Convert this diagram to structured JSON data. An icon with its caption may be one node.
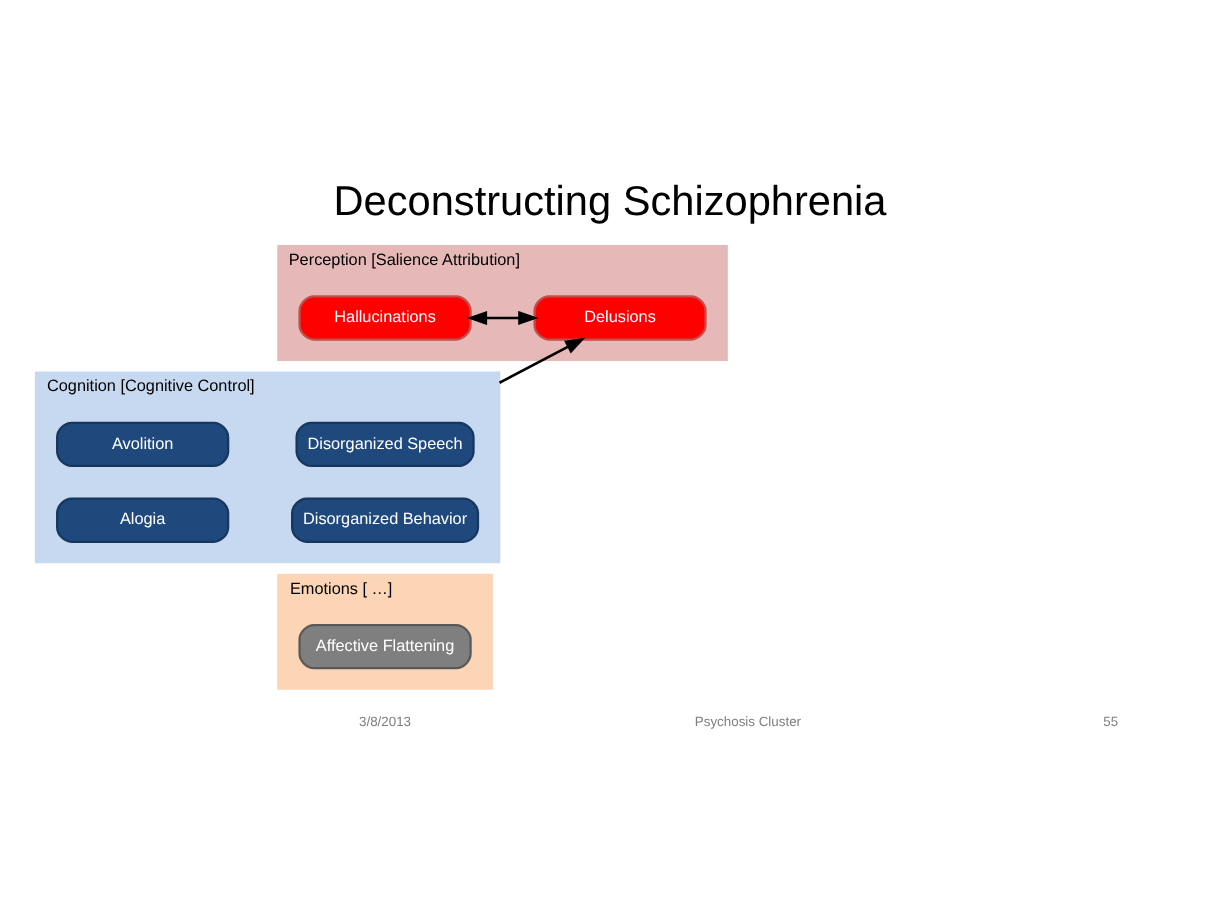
{
  "diagram": {
    "title": "Deconstructing Schizophrenia",
    "nodes": [
      {
        "text": [
          "Perception [Salience Attribution]"
        ]
      },
      {
        "text": [
          "Hallucinations"
        ],
        "in": 0
      },
      {
        "text": [
          "Delusions"
        ],
        "in": 0
      },
      {
        "text": [
          "Cognition [Cognitive Control]"
        ]
      },
      {
        "text": [
          "Disorganized Speech"
        ],
        "in": 3
      },
      {
        "text": [
          "Disorganized Behavior"
        ],
        "in": 3
      },
      {
        "text": [
          "Avolition"
        ],
        "in": 3
      },
      {
        "text": [
          "Alogia"
        ],
        "in": 3
      },
      {
        "text": [
          "Emotions [ …]"
        ]
      },
      {
        "text": [
          "Affective Flattening"
        ],
        "in": 8
      }
    ],
    "edges": [
      {
        "from": 1,
        "to": 2,
        "arrow": "both"
      },
      {
        "from": 3,
        "to": 2,
        "arrow": "to"
      }
    ],
    "labels": [
      "3/8/2013",
      "Psychosis Cluster",
      "55"
    ]
  }
}
